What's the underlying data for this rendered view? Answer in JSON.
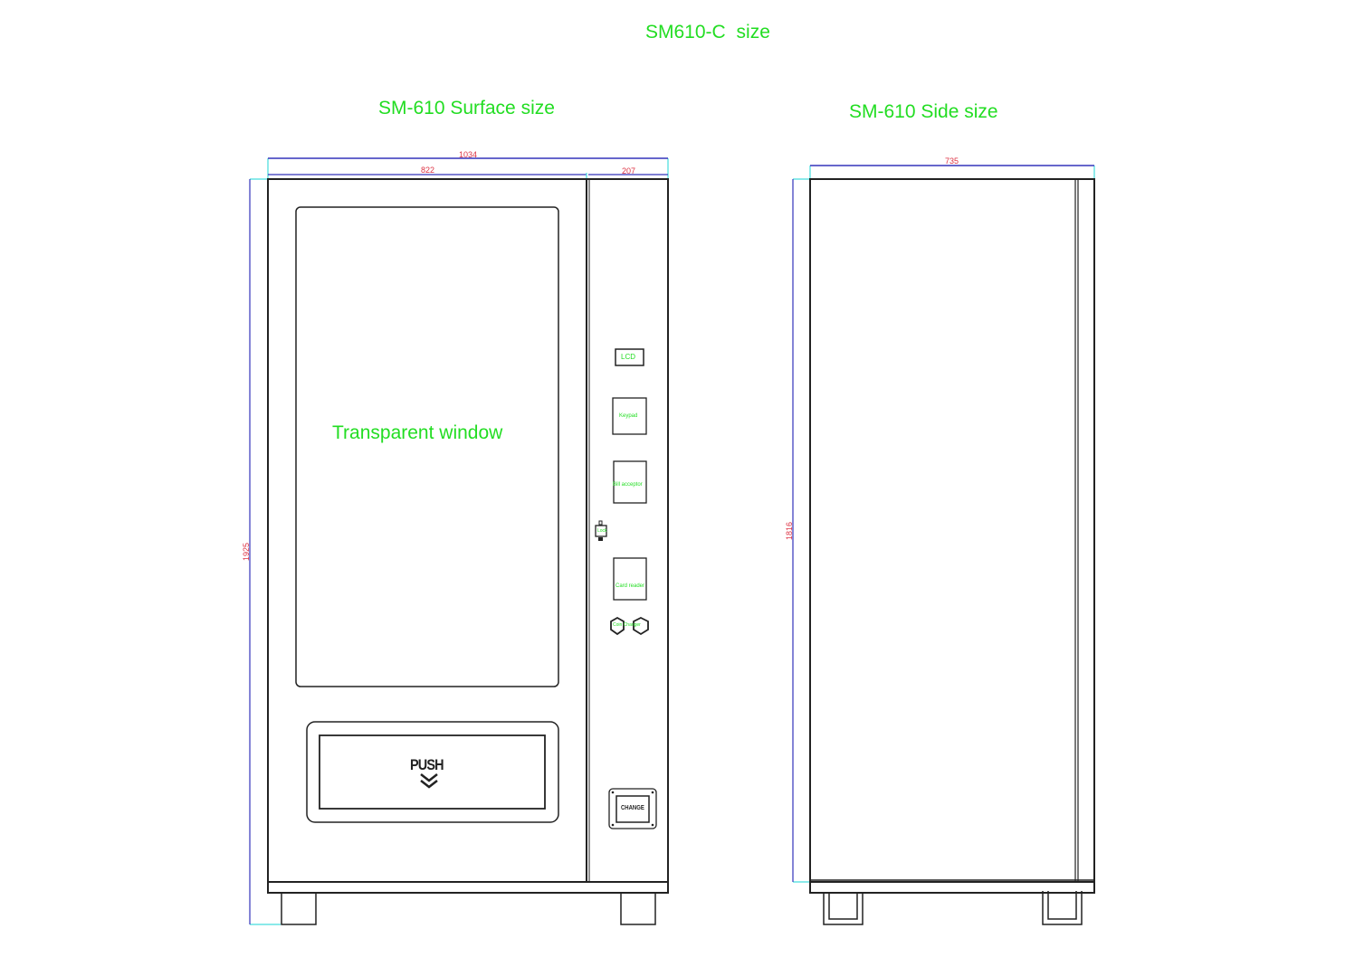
{
  "page": {
    "title": "SM610-C  size"
  },
  "front_view": {
    "title": "SM-610 Surface size",
    "dimensions": {
      "total_width": "1034",
      "door_width": "822",
      "panel_width": "207",
      "height": "1925"
    },
    "window_label": "Transparent window",
    "controls": {
      "lcd": "LCD",
      "keypad": "Keypad",
      "bill_acceptor": "Bill acceptor",
      "lock": "Lock",
      "card_reader": "Card reader",
      "coin_changer": "Coin Changer",
      "change_button": "CHANGE"
    },
    "pickup_label": "PUSH"
  },
  "side_view": {
    "title": "SM-610 Side size",
    "dimensions": {
      "depth": "735",
      "height": "1816"
    }
  },
  "colors": {
    "label_green": "#22dd22",
    "dimension_red": "#dd3344",
    "dimension_line_blue": "#3333bb",
    "extension_line_cyan": "#44dddd",
    "outline_black": "#222222"
  }
}
